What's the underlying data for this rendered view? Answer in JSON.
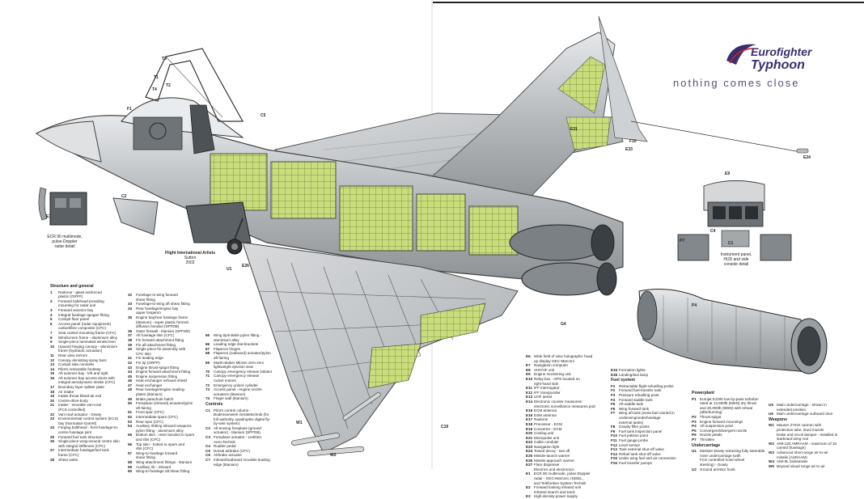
{
  "brand": {
    "logo_line1": "Eurofighter",
    "logo_line2": "Typhoon",
    "tagline": "nothing comes close"
  },
  "artist_credit": {
    "line1": "Flight International Artists",
    "line2": "Sutton",
    "line3": "2002"
  },
  "captions": {
    "radar": [
      "ECR 90 multimode,",
      "pulse-Doppler",
      "radar detail"
    ],
    "instrument": [
      "Instrument panel,",
      "HUD and side",
      "console detail"
    ]
  },
  "callouts": [
    "E1",
    "C2",
    "C5",
    "F1",
    "T1",
    "T2",
    "T3",
    "T4",
    "E24",
    "E33",
    "F10",
    "E31",
    "E9",
    "C1",
    "P7",
    "C4",
    "G4",
    "P4",
    "C19",
    "W1",
    "W2",
    "U1",
    "E26"
  ],
  "legend": {
    "structure": {
      "heading": "Structure and general",
      "items": [
        [
          "1",
          "Radome - glass reinforced"
        ],
        [
          "",
          "plastic (GRFP)"
        ],
        [
          "2",
          "Forward bulkhead providing"
        ],
        [
          "",
          "mounting for radar unit"
        ],
        [
          "3",
          "Forward avionics bay"
        ],
        [
          "4",
          "Integral fuselage apogee fitting"
        ],
        [
          "5",
          "Cockpit floor panel"
        ],
        [
          "6",
          "Access panel (radar equipment)"
        ],
        [
          "",
          "carbonfibre composite (CFC)"
        ],
        [
          "7",
          "Seat canted mounting frame (CFC)"
        ],
        [
          "8",
          "Windscreen frame - aluminium alloy"
        ],
        [
          "9",
          "Single-piece laminated windscreen"
        ],
        [
          "10",
          "Upward hinging canopy - aluminium"
        ],
        [
          "",
          "frame (hydraulic actuation)"
        ],
        [
          "11",
          "Rear view mirrors"
        ],
        [
          "12",
          "Canopy demisting spray bars"
        ],
        [
          "13",
          "Cockpit side consoles"
        ],
        [
          "14",
          "Pilot's retractable footstep"
        ],
        [
          "15",
          "Aft avionics bay - left and right"
        ],
        [
          "16",
          "Aft avionics bay access doors with"
        ],
        [
          "",
          "integral aerodynamic strake (CFC)"
        ],
        [
          "17",
          "Boundary layer splitter plate"
        ],
        [
          "18",
          "Air intake"
        ],
        [
          "19",
          "Intake throat bleed-air exit"
        ],
        [
          "20",
          "Centre-drive-body"
        ],
        [
          "21",
          "Intake - movable vari-cowl"
        ],
        [
          "",
          "(FCS controlled)"
        ],
        [
          "22",
          "Vari-cowl actuator - Dowty"
        ],
        [
          "23",
          "Environmental control system (ECS)"
        ],
        [
          "",
          "bay (Normalair-Garrett)"
        ],
        [
          "24",
          "Forging bulkhead - front fuselage-to-"
        ],
        [
          "",
          "centre fuselage joint"
        ],
        [
          "25",
          "Forward fuel tank structure"
        ],
        [
          "26",
          "Single-piece wrap-around centre skin"
        ],
        [
          "",
          "with integral stiffeners (CFC)"
        ],
        [
          "27",
          "Intermediate fuselage/fuel tank"
        ],
        [
          "",
          "frame (CFC)"
        ],
        [
          "28",
          "Shear webs"
        ]
      ]
    },
    "structure2": {
      "items": [
        [
          "32",
          "Fuselage-to-wing forward"
        ],
        [
          "",
          "shear fitting"
        ],
        [
          "33",
          "Fuselage-to-wing aft shear fitting"
        ],
        [
          "34",
          "Rear fuselage/engine bay"
        ],
        [
          "",
          "upper longeron"
        ],
        [
          "35",
          "Engine bay/rear fuselage frame"
        ],
        [
          "",
          "(titanium) - super plastic formed,"
        ],
        [
          "",
          "diffusion bonded (SPFDB)"
        ],
        [
          "36",
          "Outer firewall - titanium (SPFDB)"
        ],
        [
          "37",
          "Aft fuselage skin (CFC)"
        ],
        [
          "38",
          "Fin forward attachment fitting"
        ],
        [
          "39",
          "Fin aft attachment fitting"
        ],
        [
          "40",
          "Single piece fin assembly with"
        ],
        [
          "",
          "CFC skin"
        ],
        [
          "41",
          "Fin leading edge"
        ],
        [
          "42",
          "Fin tip (GRFP)"
        ],
        [
          "43",
          "Engine thrust-spigot fitting"
        ],
        [
          "44",
          "Engine forward attachment fitting"
        ],
        [
          "45",
          "Engine suspension fitting"
        ],
        [
          "46",
          "Heat exchanger exhaust shield"
        ],
        [
          "47",
          "Heat exchanger"
        ],
        [
          "48",
          "Rear fuselage/engine sealing-"
        ],
        [
          "",
          "plates (titanium)"
        ],
        [
          "49",
          "Brake parachute hatch"
        ],
        [
          "50",
          "Foreplane (inboard) actuator/pylon"
        ],
        [
          "",
          "aft fairing"
        ],
        [
          "51",
          "Front spar (CFC)"
        ],
        [
          "52",
          "Intermediate spars (CFC)"
        ],
        [
          "53",
          "Rear spar (CFC)"
        ],
        [
          "54",
          "Auxiliary ribbing inboard weapons"
        ],
        [
          "",
          "pylon fitting - aluminium alloy"
        ],
        [
          "55",
          "Bottom skin - resin bonded to spars"
        ],
        [
          "",
          "and ribs (CFC)"
        ],
        [
          "56",
          "Top skin - bolted to spars and"
        ],
        [
          "",
          "ribs (CFC)"
        ],
        [
          "57",
          "Wing-to-fuselage forward"
        ],
        [
          "",
          "shear fitting"
        ],
        [
          "58",
          "Wing attachment fittings - titanium"
        ],
        [
          "59",
          "Auxiliary rib - inboard"
        ],
        [
          "60",
          "Wing-to-fuselage aft shear fitting"
        ]
      ]
    },
    "structure3": {
      "items": [
        [
          "65",
          "Wing tip/missile pylon fitting -"
        ],
        [
          "",
          "aluminium alloy"
        ],
        [
          "66",
          "Leading edge slat-brackets"
        ],
        [
          "67",
          "Flaperon hinges"
        ],
        [
          "68",
          "Flaperon (outboard) actuator/pylon"
        ],
        [
          "",
          "aft fairing"
        ],
        [
          "69",
          "Martin-Baker Mk16A zero-zero"
        ],
        [
          "",
          "lightweight ejection seat"
        ],
        [
          "70",
          "Canopy emergency release initiator"
        ],
        [
          "71",
          "Canopy emergency release"
        ],
        [
          "",
          "rocket motors"
        ],
        [
          "72",
          "Emergency unlock cylinder"
        ],
        [
          "73",
          "Access panel - engine nozzle"
        ],
        [
          "",
          "actuators (titanium)"
        ],
        [
          "74",
          "Finger wall (titanium)"
        ],
        [
          "",
          ""
        ],
        [
          "hd",
          "Controls"
        ],
        [
          "C1",
          "Pilot's control column -"
        ],
        [
          "",
          "Bodenseewerk Geratetechnik (for"
        ],
        [
          "",
          "full authority, quadruplex digital fly-"
        ],
        [
          "",
          "by-wire system)"
        ],
        [
          "C2",
          "All-moving foreplane (ground"
        ],
        [
          "",
          "actuator) - titanium (SPFDB)"
        ],
        [
          "C3",
          "Foreplane actuator - Liebherr"
        ],
        [
          "",
          "Aero-Technik"
        ],
        [
          "C4",
          "Rudder pedal"
        ],
        [
          "C5",
          "Dorsal airbrake (CFC)"
        ],
        [
          "C6",
          "Airbrake actuator"
        ],
        [
          "C7",
          "Inboard/outboard movable leading"
        ],
        [
          "",
          "edge (titanium)"
        ]
      ]
    },
    "electrics": {
      "items": [
        [
          "E6",
          "Wide field of view holographic head"
        ],
        [
          "",
          "up display GEC-Marconi"
        ],
        [
          "E7",
          "Navigation computer"
        ],
        [
          "E8",
          "VHF/HF unit"
        ],
        [
          "E9",
          "Engine monitoring unit"
        ],
        [
          "E10",
          "Relay box - GPS located on"
        ],
        [
          "",
          "right-hand side"
        ],
        [
          "E11",
          "IFF interrogator"
        ],
        [
          "E12",
          "IFF transponder"
        ],
        [
          "E13",
          "UHF aerial"
        ],
        [
          "E14",
          "Electronic counter measures/"
        ],
        [
          "",
          "electronic surveillance measures pod"
        ],
        [
          "E15",
          "ECM antenna"
        ],
        [
          "E16",
          "ESM antenna"
        ],
        [
          "E17",
          "Radome"
        ],
        [
          "E18",
          "Processor - ECM"
        ],
        [
          "E19",
          "Converter - ECM"
        ],
        [
          "E20",
          "Cooling unit"
        ],
        [
          "E21",
          "Monopulse unit"
        ],
        [
          "E22",
          "Cable conduits"
        ],
        [
          "E23",
          "Navigation light"
        ],
        [
          "E24",
          "Towed decoy - two off"
        ],
        [
          "E25",
          "Missile-launch warner"
        ],
        [
          "E26",
          "Missile-approach warner"
        ],
        [
          "E27",
          "Flare dispenser"
        ],
        [
          "",
          "Electrics and electronics"
        ],
        [
          "E1",
          "ECR 90 multimode, pulse-Doppler"
        ],
        [
          "",
          "radar - GEC-Marconi, INISEL,"
        ],
        [
          "",
          "and Telefunken System Technik"
        ],
        [
          "E2",
          "Forward looking infrared unit"
        ],
        [
          "",
          "infrared search and track"
        ],
        [
          "E3",
          "High-density power supply"
        ]
      ]
    },
    "fuel": {
      "items": [
        [
          "E34",
          "Formation lights"
        ],
        [
          "E35",
          "Landing/taxi lamp"
        ],
        [
          "",
          ""
        ],
        [
          "hd",
          "Fuel system"
        ],
        [
          "F1",
          "Retractable flight-refuelling probe"
        ],
        [
          "F2",
          "Forward fuel-transfer tank"
        ],
        [
          "F3",
          "Pressure refuelling point"
        ],
        [
          "F4",
          "Forward saddle tank"
        ],
        [
          "F5",
          "Aft saddle tank"
        ],
        [
          "F6",
          "Wing forward tank"
        ],
        [
          "F7",
          "Wing aft tank (extra fuel carried in"
        ],
        [
          "",
          "underwing/underfuselage"
        ],
        [
          "",
          "external tanks)"
        ],
        [
          "F8",
          "Gravity filler points"
        ],
        [
          "F9",
          "Fuel tank inspection panel"
        ],
        [
          "F10",
          "Fuel jettison point"
        ],
        [
          "F11",
          "Fuel gauge probe"
        ],
        [
          "F12",
          "Level sensor"
        ],
        [
          "F13",
          "Tank external shut-off valve"
        ],
        [
          "F14",
          "Refuel tank shut-off valve"
        ],
        [
          "F15",
          "Under wing fuel and air connection"
        ],
        [
          "F16",
          "Fuel transfer pumps"
        ]
      ]
    },
    "powerplant": {
      "items": [
        [
          "hd",
          "Powerplant"
        ],
        [
          "P1",
          "Eurojet EJ200 low by-pass turbofan"
        ],
        [
          "",
          "rated at 13,500lb (60kN) dry thrust"
        ],
        [
          "",
          "and 20,000lb (90kN) with reheat"
        ],
        [
          "",
          "(afterburning)"
        ],
        [
          "P2",
          "Thrust spigot"
        ],
        [
          "P3",
          "Engine forward mountings"
        ],
        [
          "P4",
          "Aft suspension point"
        ],
        [
          "P5",
          "Convergent/divergent nozzle"
        ],
        [
          "P6",
          "Nozzle petals"
        ],
        [
          "P7",
          "Throttles"
        ],
        [
          "",
          ""
        ],
        [
          "hd",
          "Undercarriage"
        ],
        [
          "U1",
          "Messier-Dowty retracting fully steerable"
        ],
        [
          "",
          "nose undercarriage (with"
        ],
        [
          "",
          "FCS controlled nose-wheel"
        ],
        [
          "",
          "steering) - Dowty"
        ],
        [
          "U2",
          "Ground arrestor hook"
        ]
      ]
    },
    "weapons": {
      "items": [
        [
          "U5",
          "Main undercarriage - shown in"
        ],
        [
          "",
          "extended position"
        ],
        [
          "U6",
          "Main undercarriage outboard door"
        ],
        [
          "",
          ""
        ],
        [
          "hd",
          "Weapons"
        ],
        [
          "W1",
          "Mauser 27mm cannon with"
        ],
        [
          "",
          "protection tube, lined muzzle"
        ],
        [
          "",
          "brake and recoil damper - installed in"
        ],
        [
          "",
          "starboard wing root"
        ],
        [
          "W2",
          "AIM-120 AMRAAM - maximum of 10"
        ],
        [
          "",
          "carried (fuselage)"
        ],
        [
          "W3",
          "Advanced short-range air-to-air"
        ],
        [
          "",
          "missile (ASRAAM)"
        ],
        [
          "W4",
          "AIM-9L Sidewinder"
        ],
        [
          "W5",
          "Beyond visual range air to air"
        ]
      ]
    }
  },
  "colors": {
    "brand_purple": "#3a2f6b",
    "cutaway_green": "#c8dc7a",
    "skin_grey": "#b9bcbe",
    "line_dark": "#2a2a2a"
  }
}
